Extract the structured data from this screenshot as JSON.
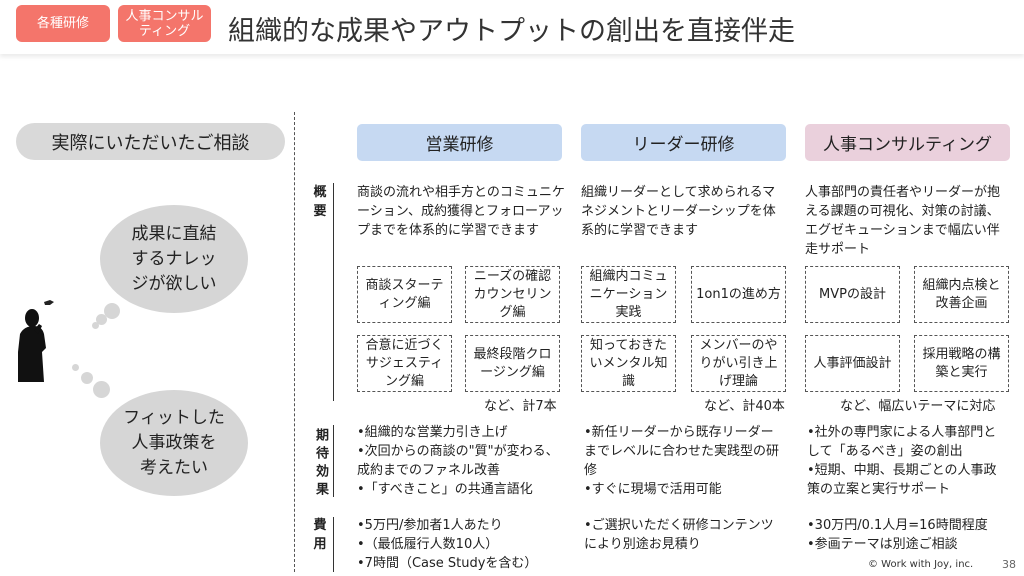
{
  "header": {
    "tags": [
      "各種研修",
      "人事コンサルティング"
    ],
    "tag_lines": [
      [
        "各種研修"
      ],
      [
        "人事コンサル",
        "ティング"
      ]
    ],
    "title": "組織的な成果やアウトプットの創出を直接伴走"
  },
  "left": {
    "pill": "実際にいただいたご相談",
    "thought1": [
      "成果に直結",
      "するナレッ",
      "ジが欲しい"
    ],
    "thought2": [
      "フィットした",
      "人事政策を",
      "考えたい"
    ]
  },
  "row_labels": {
    "overview": "概要",
    "overview_chars": [
      "概",
      "要"
    ],
    "effect": "期待効果",
    "effect_chars": [
      "期",
      "待",
      "効",
      "果"
    ],
    "cost": "費用",
    "cost_chars": [
      "費",
      "用"
    ]
  },
  "columns": [
    {
      "title": "営業研修",
      "overview": "商談の流れや相手方とのコミュニケーション、成約獲得とフォローアップまでを体系的に学習できます",
      "boxes": [
        "商談スターティング編",
        "ニーズの確認カウンセリング編",
        "合意に近づくサジェスティング編",
        "最終段階クロージング編"
      ],
      "note": "など、計7本",
      "effects": [
        "•組織的な営業力引き上げ",
        "•次回からの商談の\"質\"が変わる、成約までのファネル改善",
        "•「すべきこと」の共通言語化"
      ],
      "costs": [
        "•5万円/参加者1人あたり",
        "•（最低履行人数10人）",
        "•7時間（Case Studyを含む）"
      ]
    },
    {
      "title": "リーダー研修",
      "overview": "組織リーダーとして求められるマネジメントとリーダーシップを体系的に学習できます",
      "boxes": [
        "組織内コミュニケーション実践",
        "1on1の進め方",
        "知っておきたいメンタル知識",
        "メンバーのやりがい引き上げ理論"
      ],
      "note": "など、計40本",
      "effects": [
        "•新任リーダーから既存リーダーまでレベルに合わせた実践型の研修",
        "•すぐに現場で活用可能"
      ],
      "costs": [
        "•ご選択いただく研修コンテンツにより別途お見積り"
      ]
    },
    {
      "title": "人事コンサルティング",
      "overview": "人事部門の責任者やリーダーが抱える課題の可視化、対策の討議、エグゼキューションまで幅広い伴走サポート",
      "boxes": [
        "MVPの設計",
        "組織内点検と改善企画",
        "人事評価設計",
        "採用戦略の構築と実行"
      ],
      "note": "など、幅広いテーマに対応",
      "effects": [
        "•社外の専門家による人事部門として「あるべき」姿の創出",
        "•短期、中期、長期ごとの人事政策の立案と実行サポート"
      ],
      "costs": [
        "•30万円/0.1人月=16時間程度",
        "•参画テーマは別途ご相談"
      ]
    }
  ],
  "footer": {
    "copyright": "© Work with Joy, inc.",
    "page": "38"
  },
  "colors": {
    "tag": "#f4756b",
    "head_blue": "#c6d9f2",
    "head_pink": "#ead0dc",
    "pill": "#d9d9d9"
  }
}
